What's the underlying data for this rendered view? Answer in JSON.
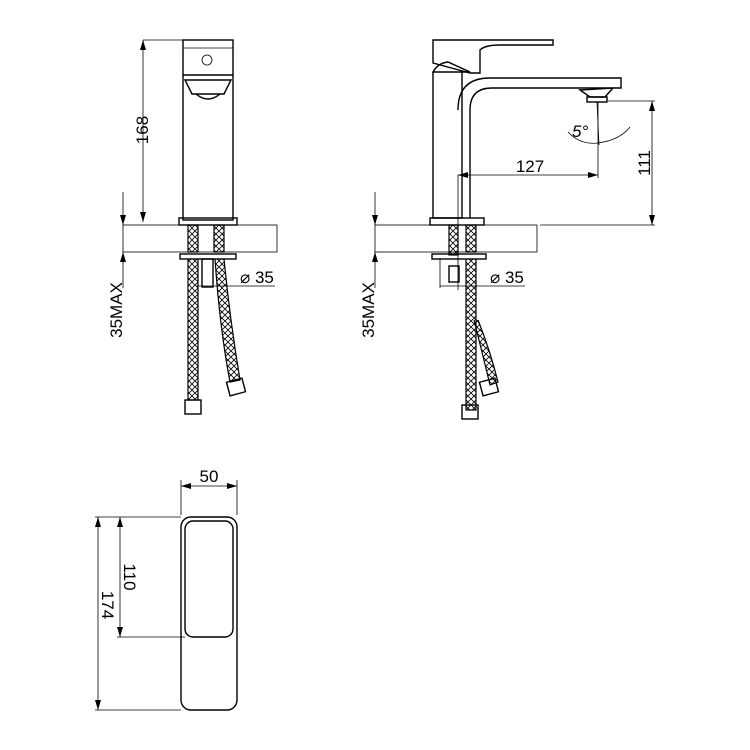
{
  "front_view": {
    "height_label": "168",
    "mount_label": "35MAX",
    "hole_label": "⌀ 35"
  },
  "side_view": {
    "reach_label": "127",
    "spout_height_label": "111",
    "angle_label": "5°",
    "mount_label": "35MAX",
    "hole_label": "⌀ 35"
  },
  "top_view": {
    "width_label": "50",
    "handle_length_label": "110",
    "length_label": "174"
  },
  "colors": {
    "line": "#000000",
    "background": "#ffffff"
  }
}
